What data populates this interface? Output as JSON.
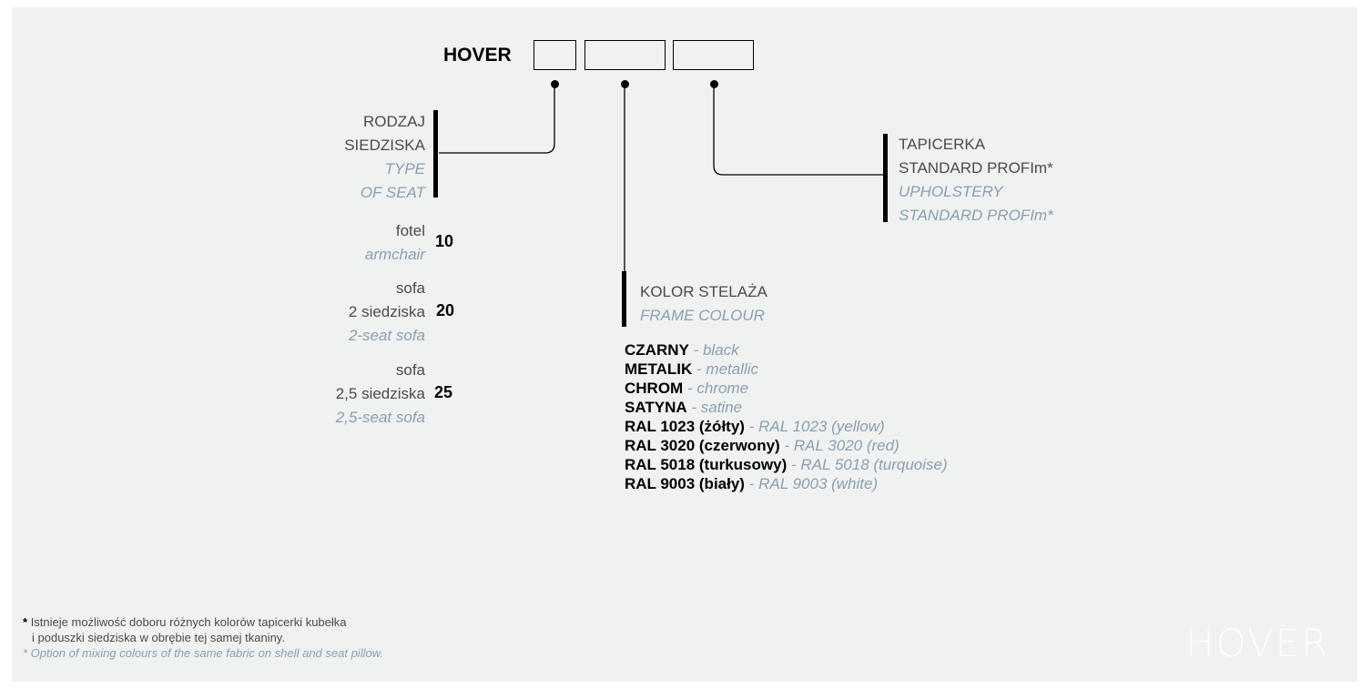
{
  "code": {
    "prefix": "HOVER",
    "slots": [
      "",
      "",
      ""
    ]
  },
  "seat_type": {
    "title_pl": [
      "RODZAJ",
      "SIEDZISKA"
    ],
    "title_en": [
      "TYPE",
      "OF SEAT"
    ],
    "options": [
      {
        "pl": [
          "fotel"
        ],
        "en": "armchair",
        "code": "10"
      },
      {
        "pl": [
          "sofa",
          "2 siedziska"
        ],
        "en": "2-seat sofa",
        "code": "20"
      },
      {
        "pl": [
          "sofa",
          "2,5 siedziska"
        ],
        "en": "2,5-seat sofa",
        "code": "25"
      }
    ]
  },
  "frame_colour": {
    "title_pl": "KOLOR STELAŻA",
    "title_en": "FRAME COLOUR",
    "options": [
      {
        "pl": "CZARNY",
        "en": "- black"
      },
      {
        "pl": "METALIK",
        "en": "- metallic"
      },
      {
        "pl": "CHROM",
        "en": "- chrome"
      },
      {
        "pl": "SATYNA",
        "en": "- satine"
      },
      {
        "pl": "RAL 1023 (żółty)",
        "en": "- RAL 1023 (yellow)"
      },
      {
        "pl": "RAL 3020 (czerwony)",
        "en": "- RAL 3020 (red)"
      },
      {
        "pl": "RAL 5018 (turkusowy)",
        "en": "- RAL 5018 (turquoise)"
      },
      {
        "pl": "RAL 9003 (biały)",
        "en": "- RAL 9003 (white)"
      }
    ]
  },
  "upholstery": {
    "title_pl": [
      "TAPICERKA",
      "STANDARD PROFIm*"
    ],
    "title_en": [
      "UPHOLSTERY",
      "STANDARD PROFIm*"
    ]
  },
  "footnote": {
    "star": "*",
    "pl_line1": "Istnieje możliwość doboru różnych kolorów tapicerki kubełka",
    "pl_line2": "i poduszki siedziska w obrębie tej samej tkaniny.",
    "en": "* Option of mixing colours of the same fabric on shell and seat pillow."
  },
  "logo": "HOVER",
  "colors": {
    "background": "#f0f2f1",
    "text": "#4a4a4a",
    "english_text": "#8a9fb0",
    "lines": "#000000"
  }
}
